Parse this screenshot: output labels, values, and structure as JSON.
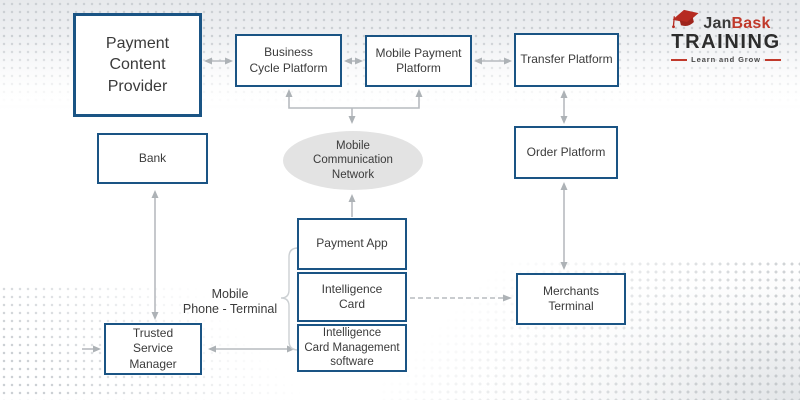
{
  "palette": {
    "box_border": "#1a5484",
    "arrow": "#b7bbbf",
    "ellipse_fill": "#e3e3e3",
    "brand_red": "#c0392b",
    "text": "#3b3b3b"
  },
  "logo": {
    "brand_part1": "Jan",
    "brand_part2": "Bask",
    "brand_line2": "TRAINING",
    "tagline": "Learn and Grow"
  },
  "diagram": {
    "nodes": [
      {
        "id": "payment-content-provider",
        "label": "Payment\nContent\nProvider"
      },
      {
        "id": "business-cycle-platform",
        "label": "Business\nCycle Platform"
      },
      {
        "id": "mobile-payment-platform",
        "label": "Mobile Payment\nPlatform"
      },
      {
        "id": "transfer-platform",
        "label": "Transfer Platform"
      },
      {
        "id": "order-platform",
        "label": "Order Platform"
      },
      {
        "id": "bank",
        "label": "Bank"
      },
      {
        "id": "mobile-communication-network",
        "label": "Mobile\nCommunication\nNetwork"
      },
      {
        "id": "payment-app",
        "label": "Payment App"
      },
      {
        "id": "intelligence-card",
        "label": "Intelligence\nCard"
      },
      {
        "id": "intelligence-card-management-software",
        "label": "Intelligence\nCard Management\nsoftware"
      },
      {
        "id": "merchants-terminal",
        "label": "Merchants\nTerminal"
      },
      {
        "id": "trusted-service-manager",
        "label": "Trusted\nService\nManager"
      }
    ],
    "annotation": "Mobile\nPhone - Terminal",
    "connections": [
      {
        "from": "payment-content-provider",
        "to": "business-cycle-platform",
        "style": "double-headed"
      },
      {
        "from": "business-cycle-platform",
        "to": "mobile-payment-platform",
        "style": "double-headed"
      },
      {
        "from": "mobile-payment-platform",
        "to": "transfer-platform",
        "style": "double-headed"
      },
      {
        "from": "transfer-platform",
        "to": "order-platform",
        "style": "double-headed"
      },
      {
        "from": "order-platform",
        "to": "merchants-terminal",
        "style": "double-headed"
      },
      {
        "from": "mobile-communication-network",
        "to": "business-cycle-platform and mobile-payment-platform",
        "style": "branch-heads-all-ends"
      },
      {
        "from": "payment-app",
        "to": "mobile-communication-network",
        "style": "single-headed"
      },
      {
        "from": "bank",
        "to": "trusted-service-manager",
        "style": "double-headed"
      },
      {
        "from": "trusted-service-manager",
        "to": "intelligence-card-management-software",
        "style": "double-headed"
      },
      {
        "from": "intelligence-card",
        "to": "merchants-terminal",
        "style": "single-headed dashed"
      },
      {
        "from": "left-edge-stub",
        "to": "trusted-service-manager",
        "style": "single-headed"
      },
      {
        "from": "mobile-phone-terminal-brace",
        "to": "payment-app, intelligence-card, intelligence-card-management-software",
        "style": "curly-brace-group"
      }
    ]
  }
}
